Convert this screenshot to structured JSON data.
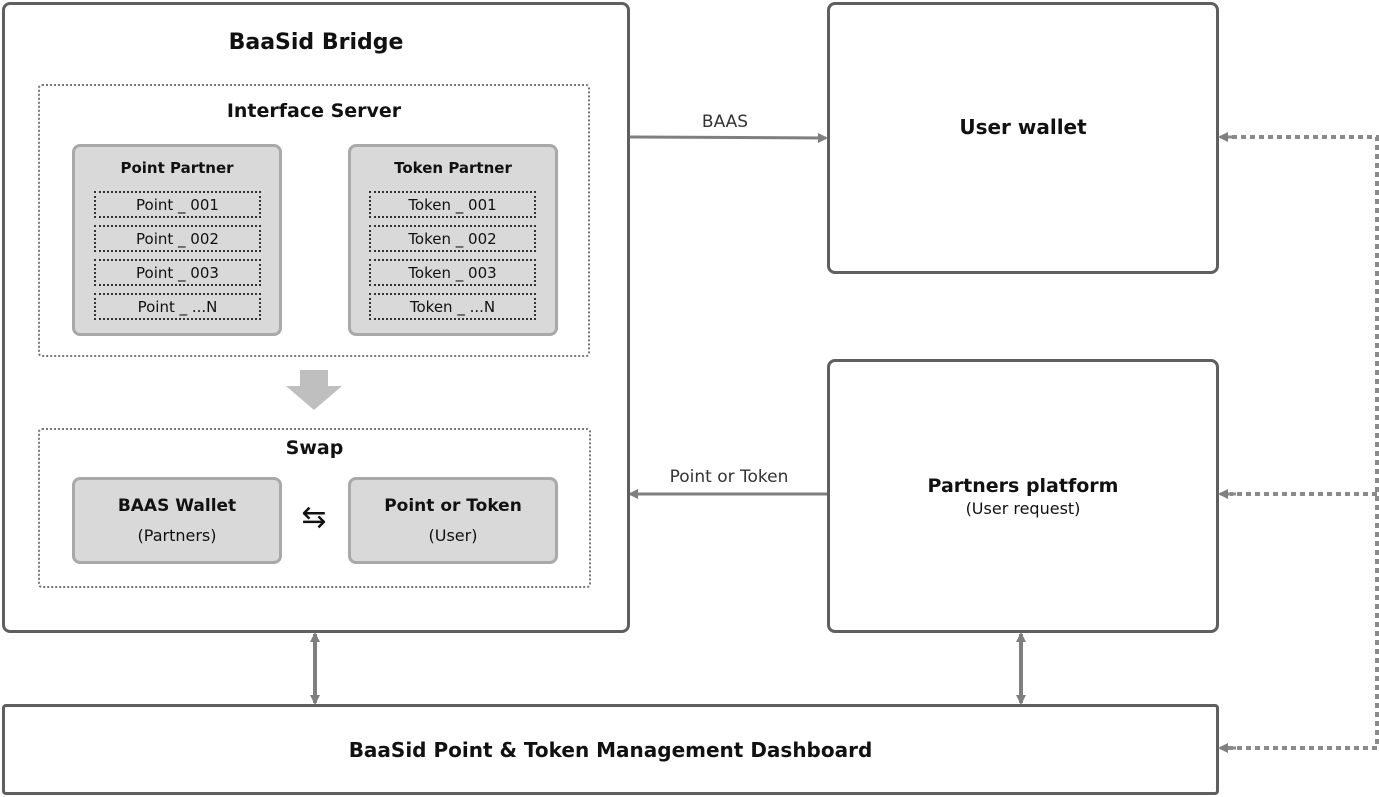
{
  "bridge": {
    "title": "BaaSid Bridge",
    "interface_server": {
      "title": "Interface Server",
      "point_partner": {
        "title": "Point Partner",
        "items": [
          "Point _ 001",
          "Point _ 002",
          "Point _ 003",
          "Point _ ...N"
        ]
      },
      "token_partner": {
        "title": "Token Partner",
        "items": [
          "Token _ 001",
          "Token _ 002",
          "Token _ 003",
          "Token _ ...N"
        ]
      }
    },
    "swap": {
      "title": "Swap",
      "left": {
        "title": "BAAS Wallet",
        "sub": "(Partners)"
      },
      "right": {
        "title": "Point or Token",
        "sub": "(User)"
      },
      "exchange_symbol": "⇆"
    }
  },
  "user_wallet": {
    "title": "User wallet"
  },
  "partners_platform": {
    "title": "Partners platform",
    "sub": "(User request)"
  },
  "dashboard": {
    "title": "BaaSid Point & Token Management Dashboard"
  },
  "edges": {
    "baas_label": "BAAS",
    "point_or_token_label": "Point or Token"
  },
  "colors": {
    "line": "#7f7f7f",
    "box_fill": "#d9d9d9",
    "border": "#5f5f5f"
  }
}
